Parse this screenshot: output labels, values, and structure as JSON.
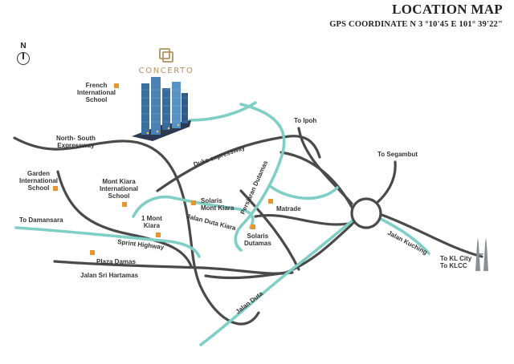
{
  "header": {
    "title": "LOCATION MAP",
    "gps": "GPS COORDINATE  N 3 °10'45 E 101° 39'22\""
  },
  "north_label": "N",
  "brand": {
    "name": "CONCERTO"
  },
  "places": {
    "french_school": "French\nInternational\nSchool",
    "garden_school": "Garden\nInternational\nSchool",
    "mont_kiara_school": "Mont Kiara\nInternational\nSchool",
    "solaris_mont_kiara": "Solaris\nMont Kiara",
    "mont_kiara_1": "1 Mont\nKiara",
    "plaza_damas": "Plaza Damas",
    "matrade": "Matrade",
    "solaris_dutamas": "Solaris\nDutamas"
  },
  "roads": {
    "north_south": "North- South\nExpressway",
    "duke": "Duke expressway",
    "persiaran": "Persiaran Dutamas",
    "jalan_duta_kiara": "Jalan Duta Kiara",
    "sprint": "Sprint Highway",
    "sri_hartamas": "Jalan Sri Hartamas",
    "jalan_duta": "Jalan Duta",
    "jalan_kuching": "Jalan Kuching"
  },
  "directions": {
    "ipoh": "To Ipoh",
    "segambut": "To Segambut",
    "damansara": "To Damansara",
    "kl": "To KL City\nTo KLCC"
  },
  "colors": {
    "road": "#4a4a4a",
    "highlight": "#7fcfc6",
    "marker": "#e8962f",
    "brand": "#b0945f"
  }
}
